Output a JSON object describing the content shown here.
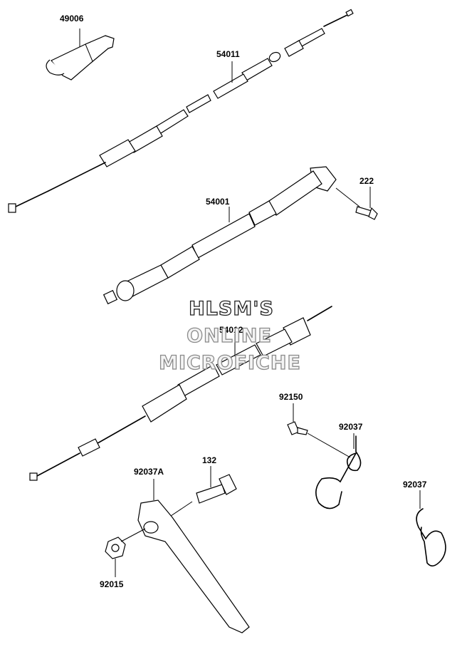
{
  "labels": {
    "p49006": "49006",
    "p54011": "54011",
    "p222": "222",
    "p54001": "54001",
    "p54012": "54012",
    "p92150": "92150",
    "p92037_a": "92037",
    "p92037_b": "92037",
    "p132": "132",
    "p92037A": "92037A",
    "p92015": "92015"
  },
  "watermark": {
    "line1": "HLSM'S",
    "line2": "ONLINE",
    "line3": "MICROFICHE"
  }
}
